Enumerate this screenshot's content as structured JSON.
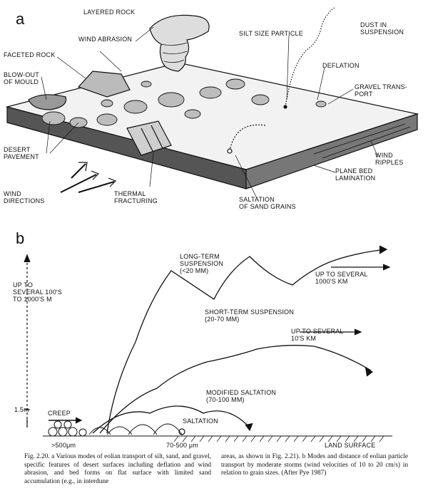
{
  "panel_a": {
    "letter": "a",
    "labels": {
      "layered_rock": "LAYERED ROCK",
      "wind_abrasion": "WIND ABRASION",
      "faceted_rock": "FACETED ROCK",
      "blow_out": "BLOW-OUT\nOF MOULD",
      "silt_particle": "SILT SIZE PARTICLE",
      "dust": "DUST IN\nSUSPENSION",
      "deflation": "DEFLATION",
      "gravel": "GRAVEL TRANS-\nPORT",
      "desert_pavement": "DESERT\nPAVEMENT",
      "wind_ripples": "WIND\nRIPPLES",
      "plane_bed": "PLANE BED\nLAMINATION",
      "wind_directions": "WIND\nDIRECTIONS",
      "thermal": "THERMAL\nFRACTURING",
      "saltation_sand": "SALTATION\nOF SAND GRAINS"
    }
  },
  "panel_b": {
    "letter": "b",
    "labels": {
      "up_to_100s": "UP TO\nSEVERAL 100's\nTO 1000's m",
      "long_term": "LONG-TERM\nSUSPENSION\n(<20 μm)",
      "up_to_1000s_km": "UP TO SEVERAL\n1000's km",
      "short_term": "SHORT-TERM SUSPENSION\n(20-70 μm)",
      "up_to_10s_km": "UP TO SEVERAL\n10's km",
      "modified_saltation": "MODIFIED SALTATION\n(70-100 μm)",
      "creep": "CREEP",
      "saltation": "SALTATION",
      "height_1_5m": "1.5m",
      "gt500": ">500μm",
      "range_70_500": "70-500 μm",
      "land_surface": "LAND SURFACE"
    }
  },
  "caption": {
    "left": "Fig. 2.20. a Various modes of eolian transport of silt, sand, and gravel, specific features of desert surfaces including deflation and wind abrasion, and bed forms on flat surface with limited sand accumulation (e.g., in interdune",
    "right": "areas, as shown in Fig. 2.21). b Modes and distance of eolian particle transport by moderate storms (wind velocities of 10 to 20 cm/s) in relation to grain sizes. (After Pye 1987)"
  }
}
